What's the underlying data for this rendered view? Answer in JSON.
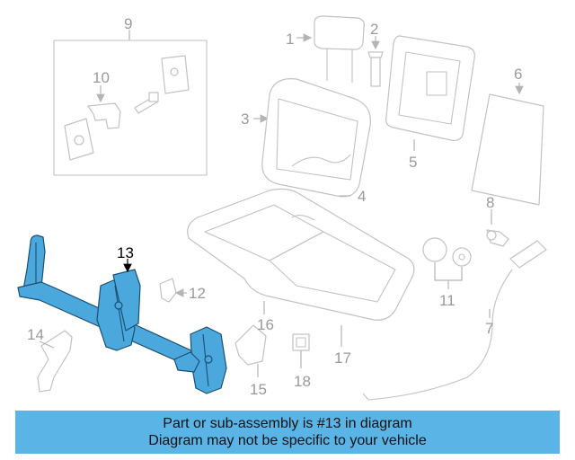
{
  "callouts": {
    "c1": "1",
    "c2": "2",
    "c3": "3",
    "c4": "4",
    "c5": "5",
    "c6": "6",
    "c7": "7",
    "c8": "8",
    "c9": "9",
    "c10": "10",
    "c11": "11",
    "c12": "12",
    "c13": "13",
    "c14": "14",
    "c15": "15",
    "c16": "16",
    "c17": "17",
    "c18": "18"
  },
  "highlight": {
    "part_number": "13",
    "fill_color": "#4aa8dd",
    "outline_color": "#1c4f73"
  },
  "banner": {
    "line1": "Part or sub-assembly is #13 in diagram",
    "line2": "Diagram may not be specific to your vehicle",
    "background_color": "#5ab4e6"
  },
  "icons": [
    "arrow-icon"
  ]
}
